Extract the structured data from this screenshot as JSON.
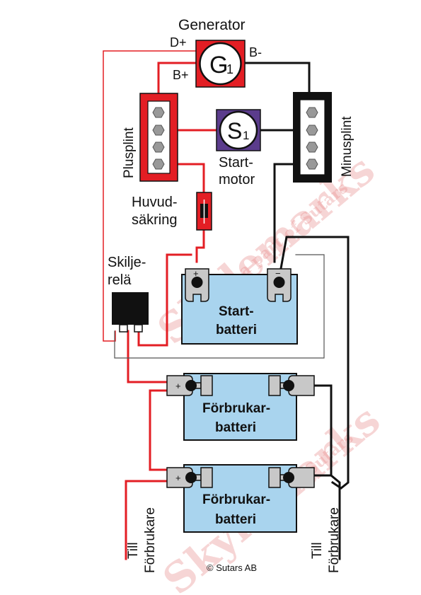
{
  "labels": {
    "generator": "Generator",
    "d_plus": "D+",
    "b_minus": "B-",
    "b_plus": "B+",
    "g_symbol": "G",
    "g_sub": "1",
    "s_symbol": "S",
    "s_sub": "1",
    "startmotor_1": "Start-",
    "startmotor_2": "motor",
    "plusplint": "Plusplint",
    "minusplint": "Minusplint",
    "huvudsakring_1": "Huvud-",
    "huvudsakring_2": "säkring",
    "skiljerela_1": "Skilje-",
    "skiljerela_2": "relä",
    "start_battery_1": "Start-",
    "start_battery_2": "batteri",
    "service_battery_1_1": "Förbrukar-",
    "service_battery_1_2": "batteri",
    "service_battery_2_1": "Förbrukar-",
    "service_battery_2_2": "batteri",
    "till_left_1": "Till",
    "till_left_2": "Förbrukare",
    "till_right_1": "Till",
    "till_right_2": "Förbrukare",
    "plus_sign": "+",
    "minus_sign": "−",
    "copyright": "© Sutars AB"
  },
  "watermark": {
    "main": "Skylemarks",
    "sub": "a part of Sutars"
  },
  "colors": {
    "positive_wire": "#e31e24",
    "negative_wire": "#111111",
    "battery_fill": "#a9d4ee",
    "terminal_fill": "#c8c8c8",
    "starter_fill": "#5b3c8c",
    "generator_fill": "#e31e24",
    "watermark": "#e88a8a"
  }
}
